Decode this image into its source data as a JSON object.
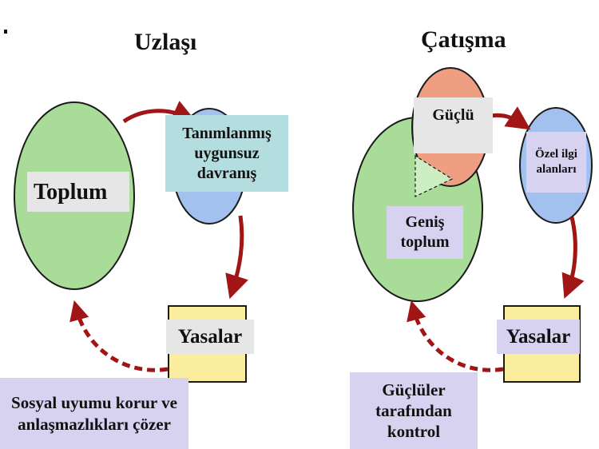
{
  "left_panel": {
    "title": "Uzlaşı",
    "society_label": "Toplum",
    "behavior_label": "Tanımlanmış uygunsuz davranış",
    "laws_label": "Yasalar",
    "outcome_label": "Sosyal uyumu korur ve anlaşmazlıkları çözer"
  },
  "right_panel": {
    "title": "Çatışma",
    "powerful_label": "Güçlü",
    "interests_label": "Özel ilgi alanları",
    "society_label": "Geniş toplum",
    "laws_label": "Yasalar",
    "outcome_label": "Güçlüler tarafından kontrol"
  },
  "colors": {
    "green_ellipse": "#a8dc98",
    "blue_ellipse": "#a3c1ee",
    "orange_ellipse": "#ee9f82",
    "yellow_box": "#fbed9e",
    "arrow_red": "#a01515",
    "label_teal": "#b4dde0",
    "label_gray": "#e6e6e6",
    "label_lavender": "#d6d2f0"
  }
}
